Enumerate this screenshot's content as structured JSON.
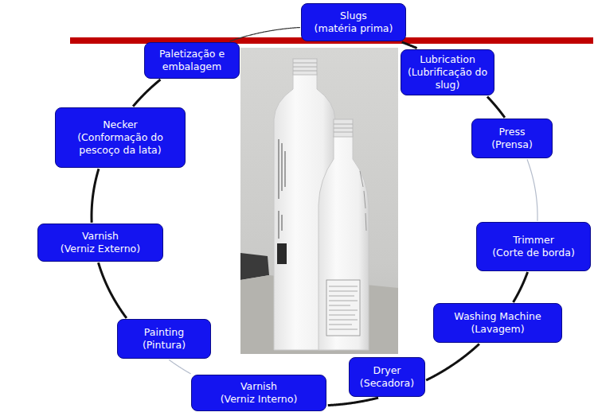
{
  "diagram": {
    "nodes": [
      {
        "text": [
          "Slugs",
          "(matéria prima)"
        ]
      },
      {
        "text": [
          "Lubrication",
          "(Lubrificação do slug)"
        ]
      },
      {
        "text": [
          "Press",
          "(Prensa)"
        ]
      },
      {
        "text": [
          "Trimmer",
          "(Corte de borda)"
        ]
      },
      {
        "text": [
          "Washing Machine",
          "(Lavagem)"
        ]
      },
      {
        "text": [
          "Dryer",
          "(Secadora)"
        ]
      },
      {
        "text": [
          "Varnish",
          "(Verniz Interno)"
        ]
      },
      {
        "text": [
          "Painting",
          "(Pintura)"
        ]
      },
      {
        "text": [
          "Varnish",
          "(Verniz Externo)"
        ]
      },
      {
        "text": [
          "Necker",
          "(Conformação do pescoço da lata)"
        ]
      },
      {
        "text": [
          "Paletização e embalagem"
        ]
      }
    ],
    "edges": [
      {
        "from": 0,
        "to": 1,
        "arrow": "none"
      },
      {
        "from": 1,
        "to": 2,
        "arrow": "none"
      },
      {
        "from": 2,
        "to": 3,
        "arrow": "none"
      },
      {
        "from": 3,
        "to": 4,
        "arrow": "none"
      },
      {
        "from": 4,
        "to": 5,
        "arrow": "none"
      },
      {
        "from": 5,
        "to": 6,
        "arrow": "none"
      },
      {
        "from": 6,
        "to": 7,
        "arrow": "none"
      },
      {
        "from": 7,
        "to": 8,
        "arrow": "none"
      },
      {
        "from": 8,
        "to": 9,
        "arrow": "none"
      },
      {
        "from": 9,
        "to": 10,
        "arrow": "none"
      },
      {
        "from": 10,
        "to": 0,
        "arrow": "none"
      }
    ]
  }
}
